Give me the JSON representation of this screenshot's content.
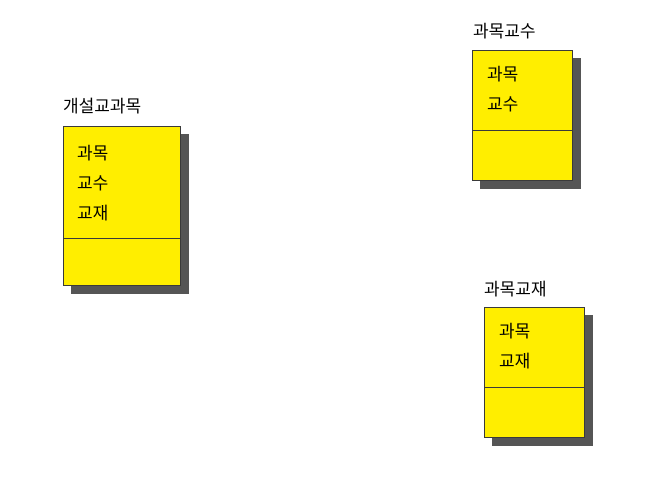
{
  "entities": [
    {
      "title": "개설교과목",
      "attributes": [
        "과목",
        "교수",
        "교재"
      ]
    },
    {
      "title": "과목교수",
      "attributes": [
        "과목",
        "교수"
      ]
    },
    {
      "title": "과목교재",
      "attributes": [
        "과목",
        "교재"
      ]
    }
  ],
  "colors": {
    "entity_fill": "#ffee00",
    "entity_border": "#3a3a3a",
    "shadow": "#555555"
  }
}
